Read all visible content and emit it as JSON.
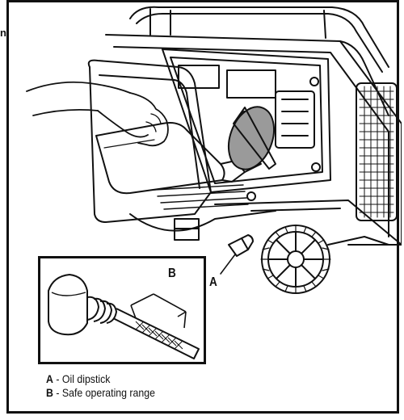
{
  "page": {
    "step_fragment": "n."
  },
  "callouts": {
    "a": "A",
    "b": "B"
  },
  "legend": {
    "items": [
      {
        "key": "A",
        "sep": " - ",
        "text": "Oil dipstick"
      },
      {
        "key": "B",
        "sep": " - ",
        "text": "Safe operating range"
      }
    ]
  },
  "colors": {
    "line": "#111111",
    "paper": "#ffffff",
    "funnel": "#9a9a9a"
  },
  "icons": {
    "main": "generator-oil-fill-illustration",
    "inset": "dipstick-closeup-illustration"
  }
}
